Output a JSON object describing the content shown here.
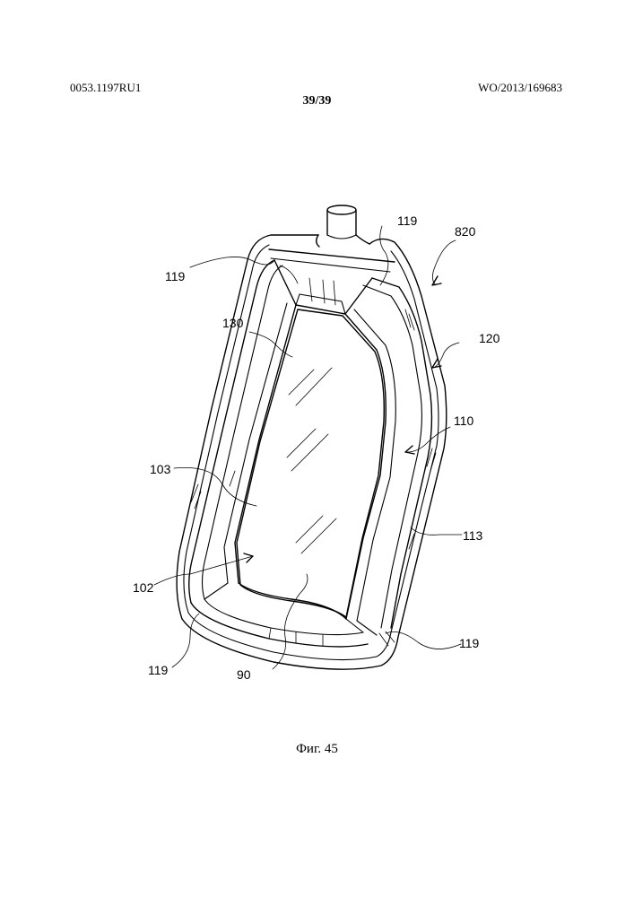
{
  "header": {
    "doc_number": "0053.1197RU1",
    "sheet": "39/39",
    "publication": "WO/2013/169683"
  },
  "figure": {
    "caption": "Фиг. 45",
    "refs": {
      "r820": "820",
      "r120": "120",
      "r110": "110",
      "r113": "113",
      "r119_top_right": "119",
      "r119_top_left": "119",
      "r119_bottom_left": "119",
      "r119_bottom_right": "119",
      "r130": "130",
      "r103": "103",
      "r102": "102",
      "r90": "90"
    }
  }
}
